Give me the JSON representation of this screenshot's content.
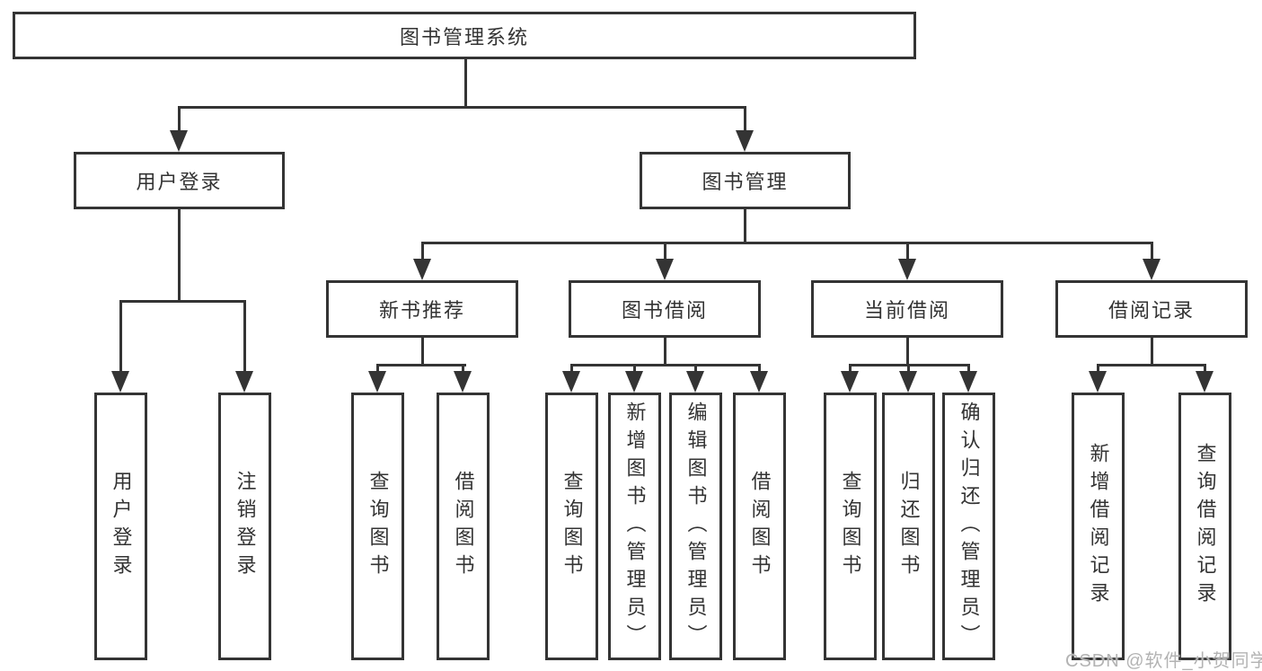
{
  "diagram_type": "function-structure-tree",
  "colors": {
    "line": "#343434",
    "text": "#333333",
    "background": "#ffffff",
    "watermark": "#b3b3b3"
  },
  "watermark": "CSDN @软件_小贺同学",
  "tree": {
    "root": "图书管理系统",
    "level1": [
      {
        "label": "用户登录",
        "children": [
          "用户登录",
          "注销登录"
        ]
      },
      {
        "label": "图书管理",
        "children": [
          {
            "label": "新书推荐",
            "children": [
              "查询图书",
              "借阅图书"
            ]
          },
          {
            "label": "图书借阅",
            "children": [
              "查询图书",
              "新增图书（管理员）",
              "编辑图书（管理员）",
              "借阅图书"
            ]
          },
          {
            "label": "当前借阅",
            "children": [
              "查询图书",
              "归还图书",
              "确认归还（管理员）"
            ]
          },
          {
            "label": "借阅记录",
            "children": [
              "新增借阅记录",
              "查询借阅记录"
            ]
          }
        ]
      }
    ]
  }
}
